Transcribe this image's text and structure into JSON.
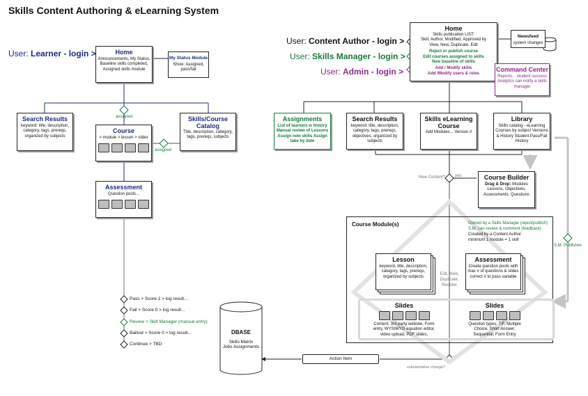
{
  "title": "Skills Content Authoring & eLearning System",
  "users": {
    "learner_prefix": "User: ",
    "learner": "Learner - login",
    "author_prefix": "User: ",
    "author": "Content Author - login",
    "manager_prefix": "User: ",
    "manager": "Skills Manager - login",
    "admin_prefix": "User: ",
    "admin": "Admin - login",
    "arrow": ">"
  },
  "learner": {
    "home": {
      "title": "Home",
      "text": "Announcements, My Status, Baseline skills completed, Assigned skills module"
    },
    "status": {
      "title": "My Status Module",
      "text": "Show: Assigned, pass/fail"
    },
    "search": {
      "title": "Search Results",
      "text": "keyword: title, description, category, tags, prereqs, organized by subjects"
    },
    "course": {
      "title": "Course",
      "path": "> module > lesson > slider"
    },
    "catalog": {
      "title": "Skills/Course Catalog",
      "text": "Title, description, category, tags, prereqs, subjects"
    },
    "assessment": {
      "title": "Assessment",
      "text": "Question pools..."
    },
    "assigned1": "assigned",
    "assigned2": "assigned",
    "outcomes": [
      {
        "label": "Pass",
        "detail": "> Score 1  > log result..."
      },
      {
        "label": "Fail",
        "detail": "> Score 0  > log result..."
      },
      {
        "label": "Review",
        "detail": "> Skill Manager (manual entry)"
      },
      {
        "label": "Bailout",
        "detail": "> Score 0  > log result..."
      },
      {
        "label": "Continue",
        "detail": "> TBD"
      }
    ]
  },
  "author": {
    "home": {
      "title": "Home",
      "line1": "Skills publication LIST:",
      "line2": "Skill, Author, Modified, Approved by",
      "line3": "View, New, Duplicate, Edit",
      "manager1": "Reject or publish course",
      "manager2": "Edit courses assigned to skills",
      "manager3": "New baseline of skills",
      "admin1": "Add / Modify skills",
      "admin2": "Add /Modify users & roles"
    },
    "newsfeed": {
      "title": "Newsfeed",
      "text": "system changes"
    },
    "command": {
      "title": "Command Center",
      "text": "Reports... student success Analytics can notify a skills manager"
    },
    "assignments": {
      "title": "Assignments",
      "text": "List of learners w history Manual review of Lessons Assign new skills Assign take by date"
    },
    "search": {
      "title": "Search Results",
      "text": "keyword: title, description, category, tags, prereqs, objectives, organized by subjects"
    },
    "course": {
      "title": "Skills eLearning Course",
      "text": "Add Modules... Version #"
    },
    "library": {
      "title": "Library",
      "text": "Skills catalog - eLearning Courses by subject Versions & History Student Pass/Fail History"
    },
    "new_content": "New Content?",
    "yes": "yes",
    "builder": {
      "title": "Course Builder",
      "bold": "Drag & Drop:",
      "text": " Modules Lessons, Objectives, Assessments, Questions"
    },
    "modules": {
      "title": "Course Module(s)",
      "note1": "Owned by a Skills Manager (reject/publish)",
      "note2": "S.M. can review & comment (feedback)",
      "note3": "Created by a Content Author",
      "note4": "minimum 1 module = 1 skill"
    },
    "lesson": {
      "title": "Lesson",
      "text": "keyword, title, description, category, tags, prereqs, organized by subjects"
    },
    "assessment": {
      "title": "Assessment",
      "text": "Create question pools with max # of questions & slides correct # to pass variable"
    },
    "edit_note": "Edit, New, Duplicate, Reorder",
    "slides1": {
      "title": "Slides",
      "text": "Content: 3rd party website, Form entry, WYSIWYG equation editor, video upload, PDF slides,"
    },
    "slides2": {
      "title": "Slides",
      "text": "Question types: T/F, Multiple Choice, Short Answer, Sequential, Form Entry"
    },
    "sm_publishes": "S.M. Publishes",
    "substantive": "substantative change?",
    "action_item": "Action Item"
  },
  "dbase": {
    "title": "DBASE",
    "text1": "Skills Matrix",
    "text2": "Jobs Assignments"
  }
}
